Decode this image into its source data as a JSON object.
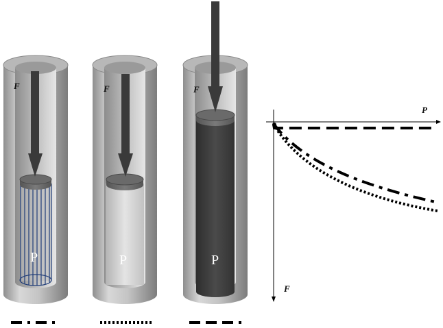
{
  "cylinders": [
    {
      "force_label": "F",
      "content_label": "P",
      "fill": "caged",
      "legend_style": "dash-dot"
    },
    {
      "force_label": "F",
      "content_label": "P",
      "fill": "light",
      "legend_style": "dotted"
    },
    {
      "force_label": "F",
      "content_label": "P",
      "fill": "dark",
      "legend_style": "dashed"
    }
  ],
  "graph": {
    "x_axis_label": "P",
    "y_axis_label": "F",
    "curves": [
      {
        "style": "dashed",
        "description_none": ""
      },
      {
        "style": "dash-dot",
        "description_none": ""
      },
      {
        "style": "dotted",
        "description_none": ""
      }
    ]
  },
  "colors": {
    "cylinder_outer": "#9a9a9a",
    "cylinder_inner": "#c9c9c9",
    "piston_arrow": "#3a3a3a",
    "dark_material": "#3d3d3d",
    "cage_lines": "#1f3c78"
  }
}
